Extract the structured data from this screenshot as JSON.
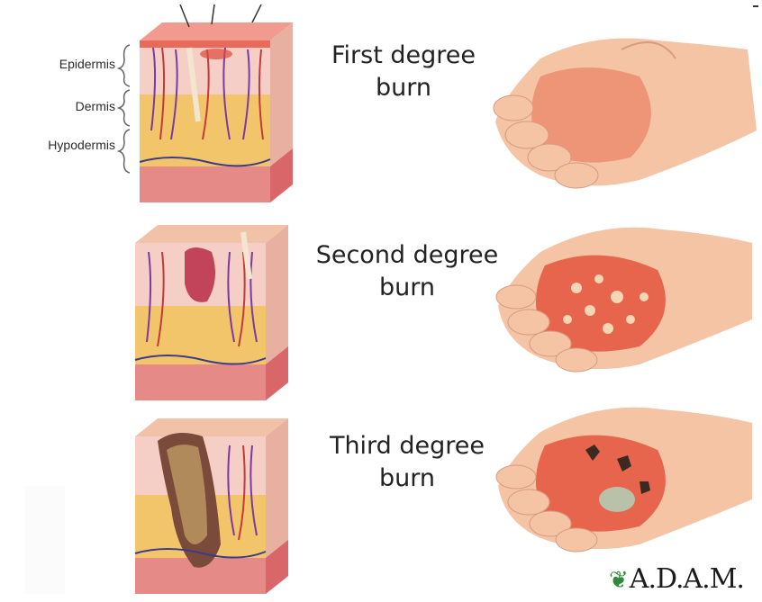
{
  "layers": {
    "epidermis": "Epidermis",
    "dermis": "Dermis",
    "hypodermis": "Hypodermis"
  },
  "burns": [
    {
      "line1": "First degree",
      "line2": "burn"
    },
    {
      "line1": "Second degree",
      "line2": "burn"
    },
    {
      "line1": "Third degree",
      "line2": "burn"
    }
  ],
  "logo": {
    "text": "A.D.A.M.",
    "icon": "leaf-icon"
  },
  "colors": {
    "skin_surface": "#f2b8a6",
    "dermis": "#f3c9c0",
    "fat": "#f0c66a",
    "muscle": "#d9676a",
    "burn_red": "#e4553d",
    "hand_skin": "#f4c4a4",
    "logo_leaf": "#2f8a3a"
  }
}
